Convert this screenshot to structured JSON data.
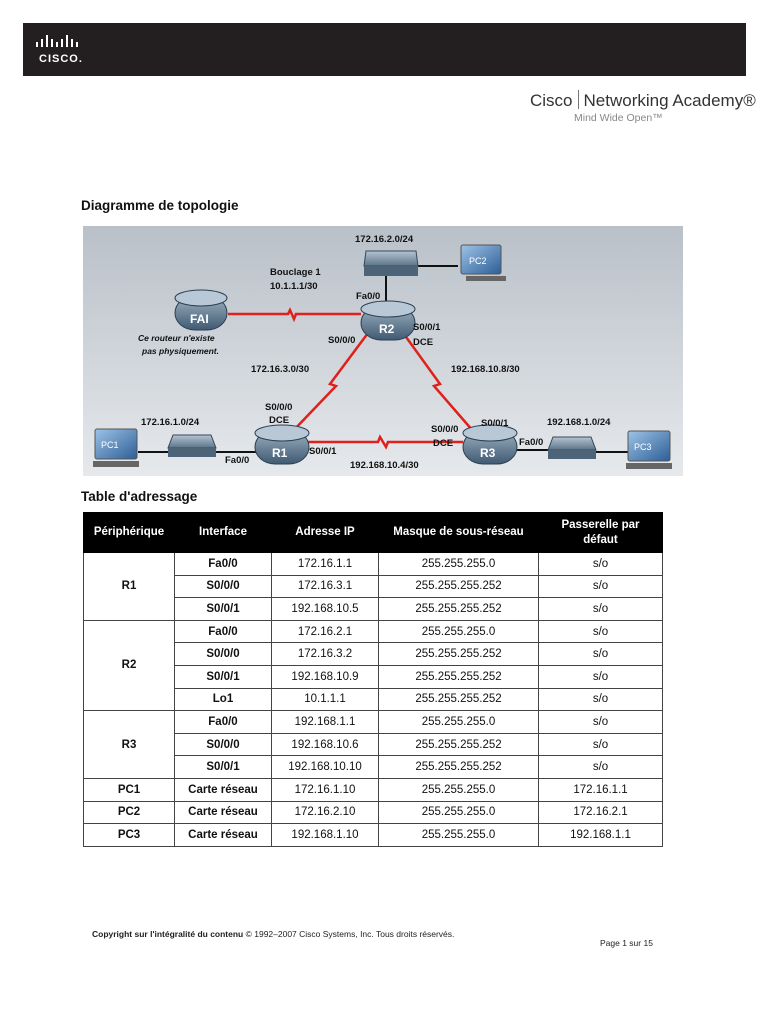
{
  "header": {
    "cisco_wordmark": "CISCO.",
    "brand_name": "Cisco",
    "brand_product": "Networking Academy®",
    "brand_tagline": "Mind Wide Open™"
  },
  "topology": {
    "section_title": "Diagramme de topologie",
    "devices": {
      "fai": "FAI",
      "r1": "R1",
      "r2": "R2",
      "r3": "R3",
      "pc1": "PC1",
      "pc2": "PC2",
      "pc3": "PC3"
    },
    "fai_note_line1": "Ce routeur n'existe",
    "fai_note_line2": "pas physiquement.",
    "loopback_line1": "Bouclage 1",
    "loopback_line2": "10.1.1.1/30",
    "labels": {
      "net_r2_lan": "172.16.2.0/24",
      "net_r1_lan": "172.16.1.0/24",
      "net_r3_lan": "192.168.1.0/24",
      "net_r1_r2": "172.16.3.0/30",
      "net_r2_r3": "192.168.10.8/30",
      "net_r1_r3": "192.168.10.4/30",
      "r2_fa": "Fa0/0",
      "r2_s000": "S0/0/0",
      "r2_s001": "S0/0/1",
      "r2_dce": "DCE",
      "r1_s000": "S0/0/0",
      "r1_dce": "DCE",
      "r1_s001": "S0/0/1",
      "r1_fa": "Fa0/0",
      "r3_s000": "S0/0/0",
      "r3_dce": "DCE",
      "r3_s001": "S0/0/1",
      "r3_fa": "Fa0/0"
    }
  },
  "address_table": {
    "section_title": "Table d'adressage",
    "headers": [
      "Périphérique",
      "Interface",
      "Adresse IP",
      "Masque de sous-réseau",
      "Passerelle par défaut"
    ],
    "rows": [
      {
        "device": "R1",
        "interface": "Fa0/0",
        "ip": "172.16.1.1",
        "mask": "255.255.255.0",
        "gateway": "s/o"
      },
      {
        "device": "",
        "interface": "S0/0/0",
        "ip": "172.16.3.1",
        "mask": "255.255.255.252",
        "gateway": "s/o"
      },
      {
        "device": "",
        "interface": "S0/0/1",
        "ip": "192.168.10.5",
        "mask": "255.255.255.252",
        "gateway": "s/o"
      },
      {
        "device": "R2",
        "interface": "Fa0/0",
        "ip": "172.16.2.1",
        "mask": "255.255.255.0",
        "gateway": "s/o"
      },
      {
        "device": "",
        "interface": "S0/0/0",
        "ip": "172.16.3.2",
        "mask": "255.255.255.252",
        "gateway": "s/o"
      },
      {
        "device": "",
        "interface": "S0/0/1",
        "ip": "192.168.10.9",
        "mask": "255.255.255.252",
        "gateway": "s/o"
      },
      {
        "device": "",
        "interface": "Lo1",
        "ip": "10.1.1.1",
        "mask": "255.255.255.252",
        "gateway": "s/o"
      },
      {
        "device": "R3",
        "interface": "Fa0/0",
        "ip": "192.168.1.1",
        "mask": "255.255.255.0",
        "gateway": "s/o"
      },
      {
        "device": "",
        "interface": "S0/0/0",
        "ip": "192.168.10.6",
        "mask": "255.255.255.252",
        "gateway": "s/o"
      },
      {
        "device": "",
        "interface": "S0/0/1",
        "ip": "192.168.10.10",
        "mask": "255.255.255.252",
        "gateway": "s/o"
      },
      {
        "device": "PC1",
        "interface": "Carte réseau",
        "ip": "172.16.1.10",
        "mask": "255.255.255.0",
        "gateway": "172.16.1.1"
      },
      {
        "device": "PC2",
        "interface": "Carte réseau",
        "ip": "172.16.2.10",
        "mask": "255.255.255.0",
        "gateway": "172.16.2.1"
      },
      {
        "device": "PC3",
        "interface": "Carte réseau",
        "ip": "192.168.1.10",
        "mask": "255.255.255.0",
        "gateway": "192.168.1.1"
      }
    ]
  },
  "footer": {
    "copyright_bold": "Copyright sur l'intégralité du contenu",
    "copyright_rest": " © 1992–2007 Cisco Systems, Inc. Tous droits réservés.",
    "page": "Page 1 sur 15"
  }
}
